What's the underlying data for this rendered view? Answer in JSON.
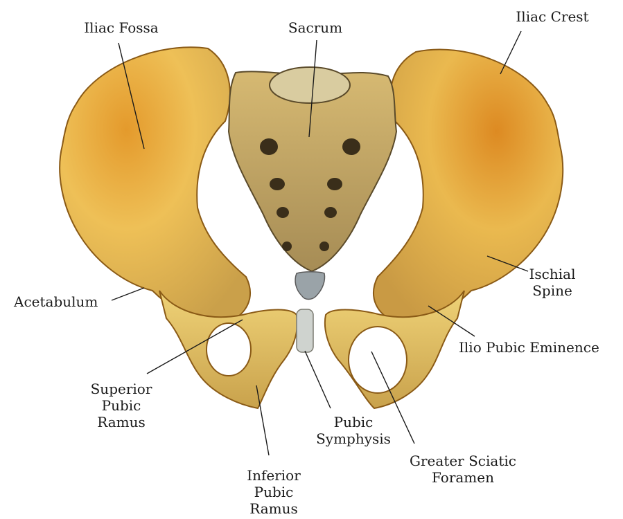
{
  "labels": {
    "iliac_fossa": "Iliac Fossa",
    "sacrum": "Sacrum",
    "iliac_crest": "Iliac Crest",
    "ischial_spine": [
      "Ischial",
      "Spine"
    ],
    "acetabulum": "Acetabulum",
    "ilio_pubic_eminence": "Ilio Pubic Eminence",
    "superior_pubic_ramus": [
      "Superior",
      "Pubic",
      "Ramus"
    ],
    "pubic_symphysis": [
      "Pubic",
      "Symphysis"
    ],
    "greater_sciatic_foramen": [
      "Greater Sciatic",
      "Foramen"
    ],
    "inferior_pubic_ramus": [
      "Inferior",
      "Pubic",
      "Ramus"
    ]
  },
  "colors": {
    "bone_light": "#f1d36a",
    "bone_mid": "#e2ae3a",
    "bone_dark": "#b7781c",
    "sacrum": "#b79b5a",
    "cartilage": "#cfd3cf",
    "leader_line": "#1a1a1a"
  }
}
